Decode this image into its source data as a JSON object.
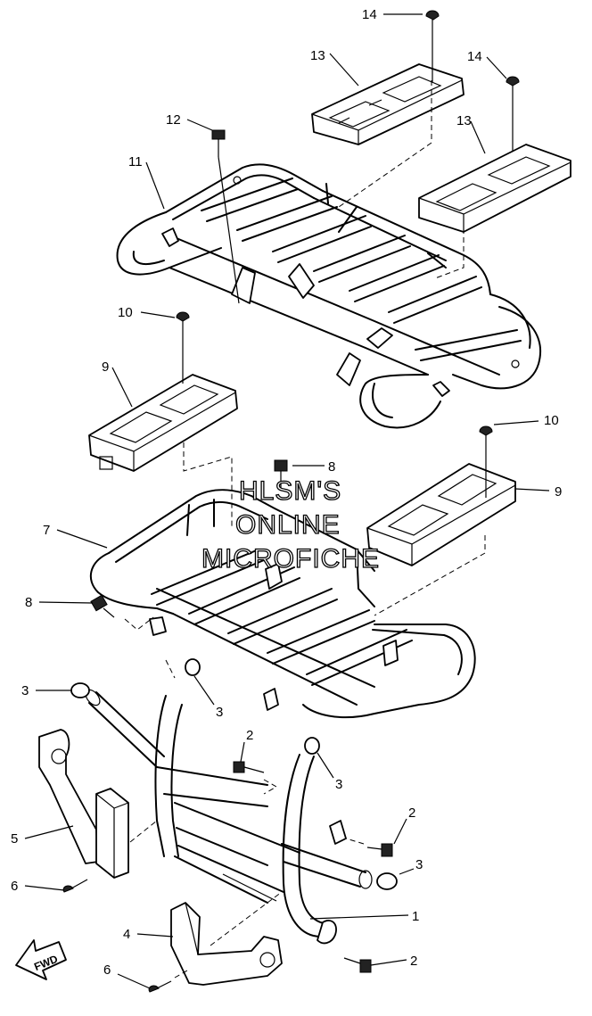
{
  "watermark": {
    "line1": "HLSM'S",
    "line2": "ONLINE",
    "line3": "MICROFICHE"
  },
  "direction_badge": {
    "label": "FWD"
  },
  "callouts": [
    {
      "id": "c14a",
      "label": "14"
    },
    {
      "id": "c13a",
      "label": "13"
    },
    {
      "id": "c14b",
      "label": "14"
    },
    {
      "id": "c12",
      "label": "12"
    },
    {
      "id": "c13b",
      "label": "13"
    },
    {
      "id": "c11",
      "label": "11"
    },
    {
      "id": "c10a",
      "label": "10"
    },
    {
      "id": "c9a",
      "label": "9"
    },
    {
      "id": "c10b",
      "label": "10"
    },
    {
      "id": "c8a",
      "label": "8"
    },
    {
      "id": "c9b",
      "label": "9"
    },
    {
      "id": "c7",
      "label": "7"
    },
    {
      "id": "c8b",
      "label": "8"
    },
    {
      "id": "c3a",
      "label": "3"
    },
    {
      "id": "c3b",
      "label": "3"
    },
    {
      "id": "c2a",
      "label": "2"
    },
    {
      "id": "c3c",
      "label": "3"
    },
    {
      "id": "c2b",
      "label": "2"
    },
    {
      "id": "c5",
      "label": "5"
    },
    {
      "id": "c3d",
      "label": "3"
    },
    {
      "id": "c6a",
      "label": "6"
    },
    {
      "id": "c1",
      "label": "1"
    },
    {
      "id": "c4",
      "label": "4"
    },
    {
      "id": "c2c",
      "label": "2"
    },
    {
      "id": "c6b",
      "label": "6"
    }
  ]
}
